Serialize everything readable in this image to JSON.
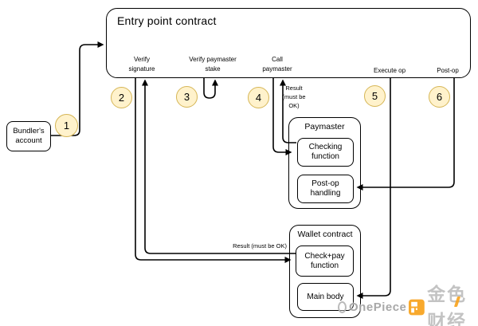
{
  "entry_point": {
    "title": "Entry point contract",
    "labels": {
      "verify_signature": "Verify\nsignature",
      "verify_paymaster_stake": "Verify paymaster\nstake",
      "call_paymaster": "Call\npaymaster",
      "execute_op": "Execute op",
      "post_op": "Post-op"
    }
  },
  "bundler": {
    "label": "Bundler's\naccount"
  },
  "paymaster": {
    "title": "Paymaster",
    "checking_function": "Checking\nfunction",
    "post_op_handling": "Post-op\nhandling"
  },
  "wallet": {
    "title": "Wallet contract",
    "check_pay_function": "Check+pay\nfunction",
    "main_body": "Main body"
  },
  "annotations": {
    "result_must_be_ok_stacked": "Result\n(must be\nOK)",
    "result_must_be_ok_inline": "Result (must be OK)"
  },
  "steps": [
    "1",
    "2",
    "3",
    "4",
    "5",
    "6"
  ],
  "watermark": {
    "brand": "OnePiece",
    "site": "金色财经"
  },
  "colors": {
    "step_fill": "#FFF2CC",
    "step_border": "#D6B656",
    "line": "#000000",
    "watermark_orange": "#F7A21B",
    "watermark_gray": "#9E9E9E"
  }
}
